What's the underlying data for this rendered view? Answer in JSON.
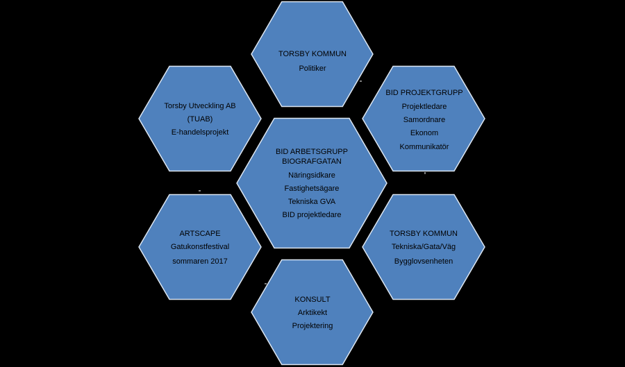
{
  "colors": {
    "background": "#000000",
    "hex_fill": "#4F81BD",
    "hex_stroke": "#DCE6F2",
    "text": "#000000"
  },
  "hexagons": [
    {
      "lines": [
        "TORSBY KOMMUN",
        "Politiker"
      ]
    },
    {
      "lines": [
        "BID PROJEKTGRUPP",
        "Projektledare",
        "Samordnare",
        "Ekonom",
        "Kommunikatör"
      ]
    },
    {
      "lines": [
        "Torsby Utveckling AB",
        "(TUAB)",
        "E-handelsprojekt"
      ]
    },
    {
      "lines": [
        "BID ARBETSGRUPP",
        "BIOGRAFGATAN",
        "Näringsidkare",
        "Fastighetsägare",
        "Tekniska GVA",
        "BID projektledare"
      ]
    },
    {
      "lines": [
        "ARTSCAPE",
        "Gatukonstfestival",
        "sommaren 2017"
      ]
    },
    {
      "lines": [
        "TORSBY KOMMUN",
        "Tekniska/Gata/Väg",
        "Bygglovsenheten"
      ]
    },
    {
      "lines": [
        "KONSULT",
        "Arktikekt",
        "Projektering"
      ]
    }
  ]
}
